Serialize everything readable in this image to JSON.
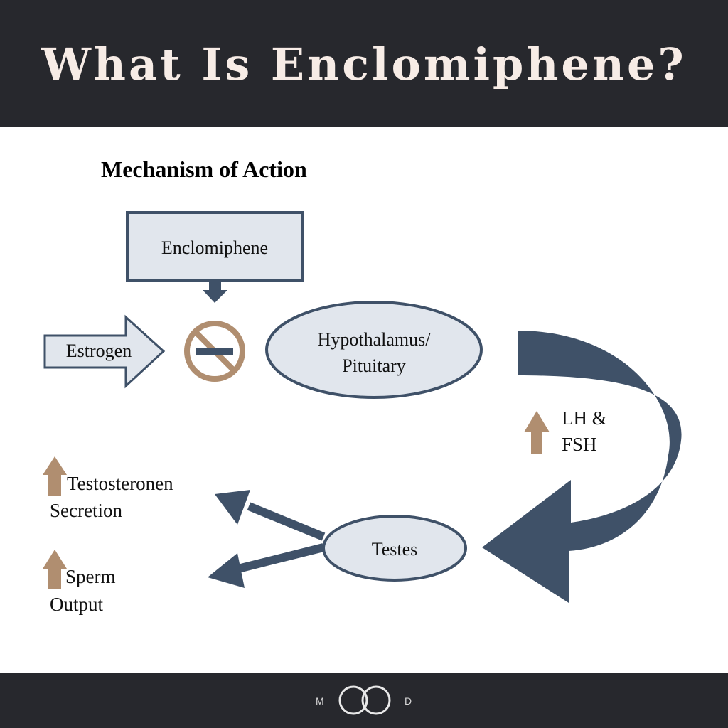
{
  "header": {
    "title": "What Is Enclomiphene?"
  },
  "subtitle": "Mechanism of Action",
  "nodes": {
    "enclomiphene": "Enclomiphene",
    "estrogen": "Estrogen",
    "hypothalamus_line1": "Hypothalamus/",
    "hypothalamus_line2": "Pituitary",
    "testes": "Testes"
  },
  "labels": {
    "lh_line1": "LH &",
    "lh_line2": "FSH",
    "testosterone_line1": "Testosteronen",
    "testosterone_line2": "Secretion",
    "sperm_line1": "Sperm",
    "sperm_line2": "Output"
  },
  "footer": {
    "logo_left": "M",
    "logo_right": "D"
  },
  "colors": {
    "navy": "#3f5168",
    "box_fill": "#e1e6ed",
    "tan": "#b08e70",
    "dark_bar": "#27282d",
    "title_text": "#f7ece6"
  },
  "icons": {
    "block": "prohibition-icon",
    "increase": "up-arrow-icon",
    "logo": "infinity-icon"
  }
}
